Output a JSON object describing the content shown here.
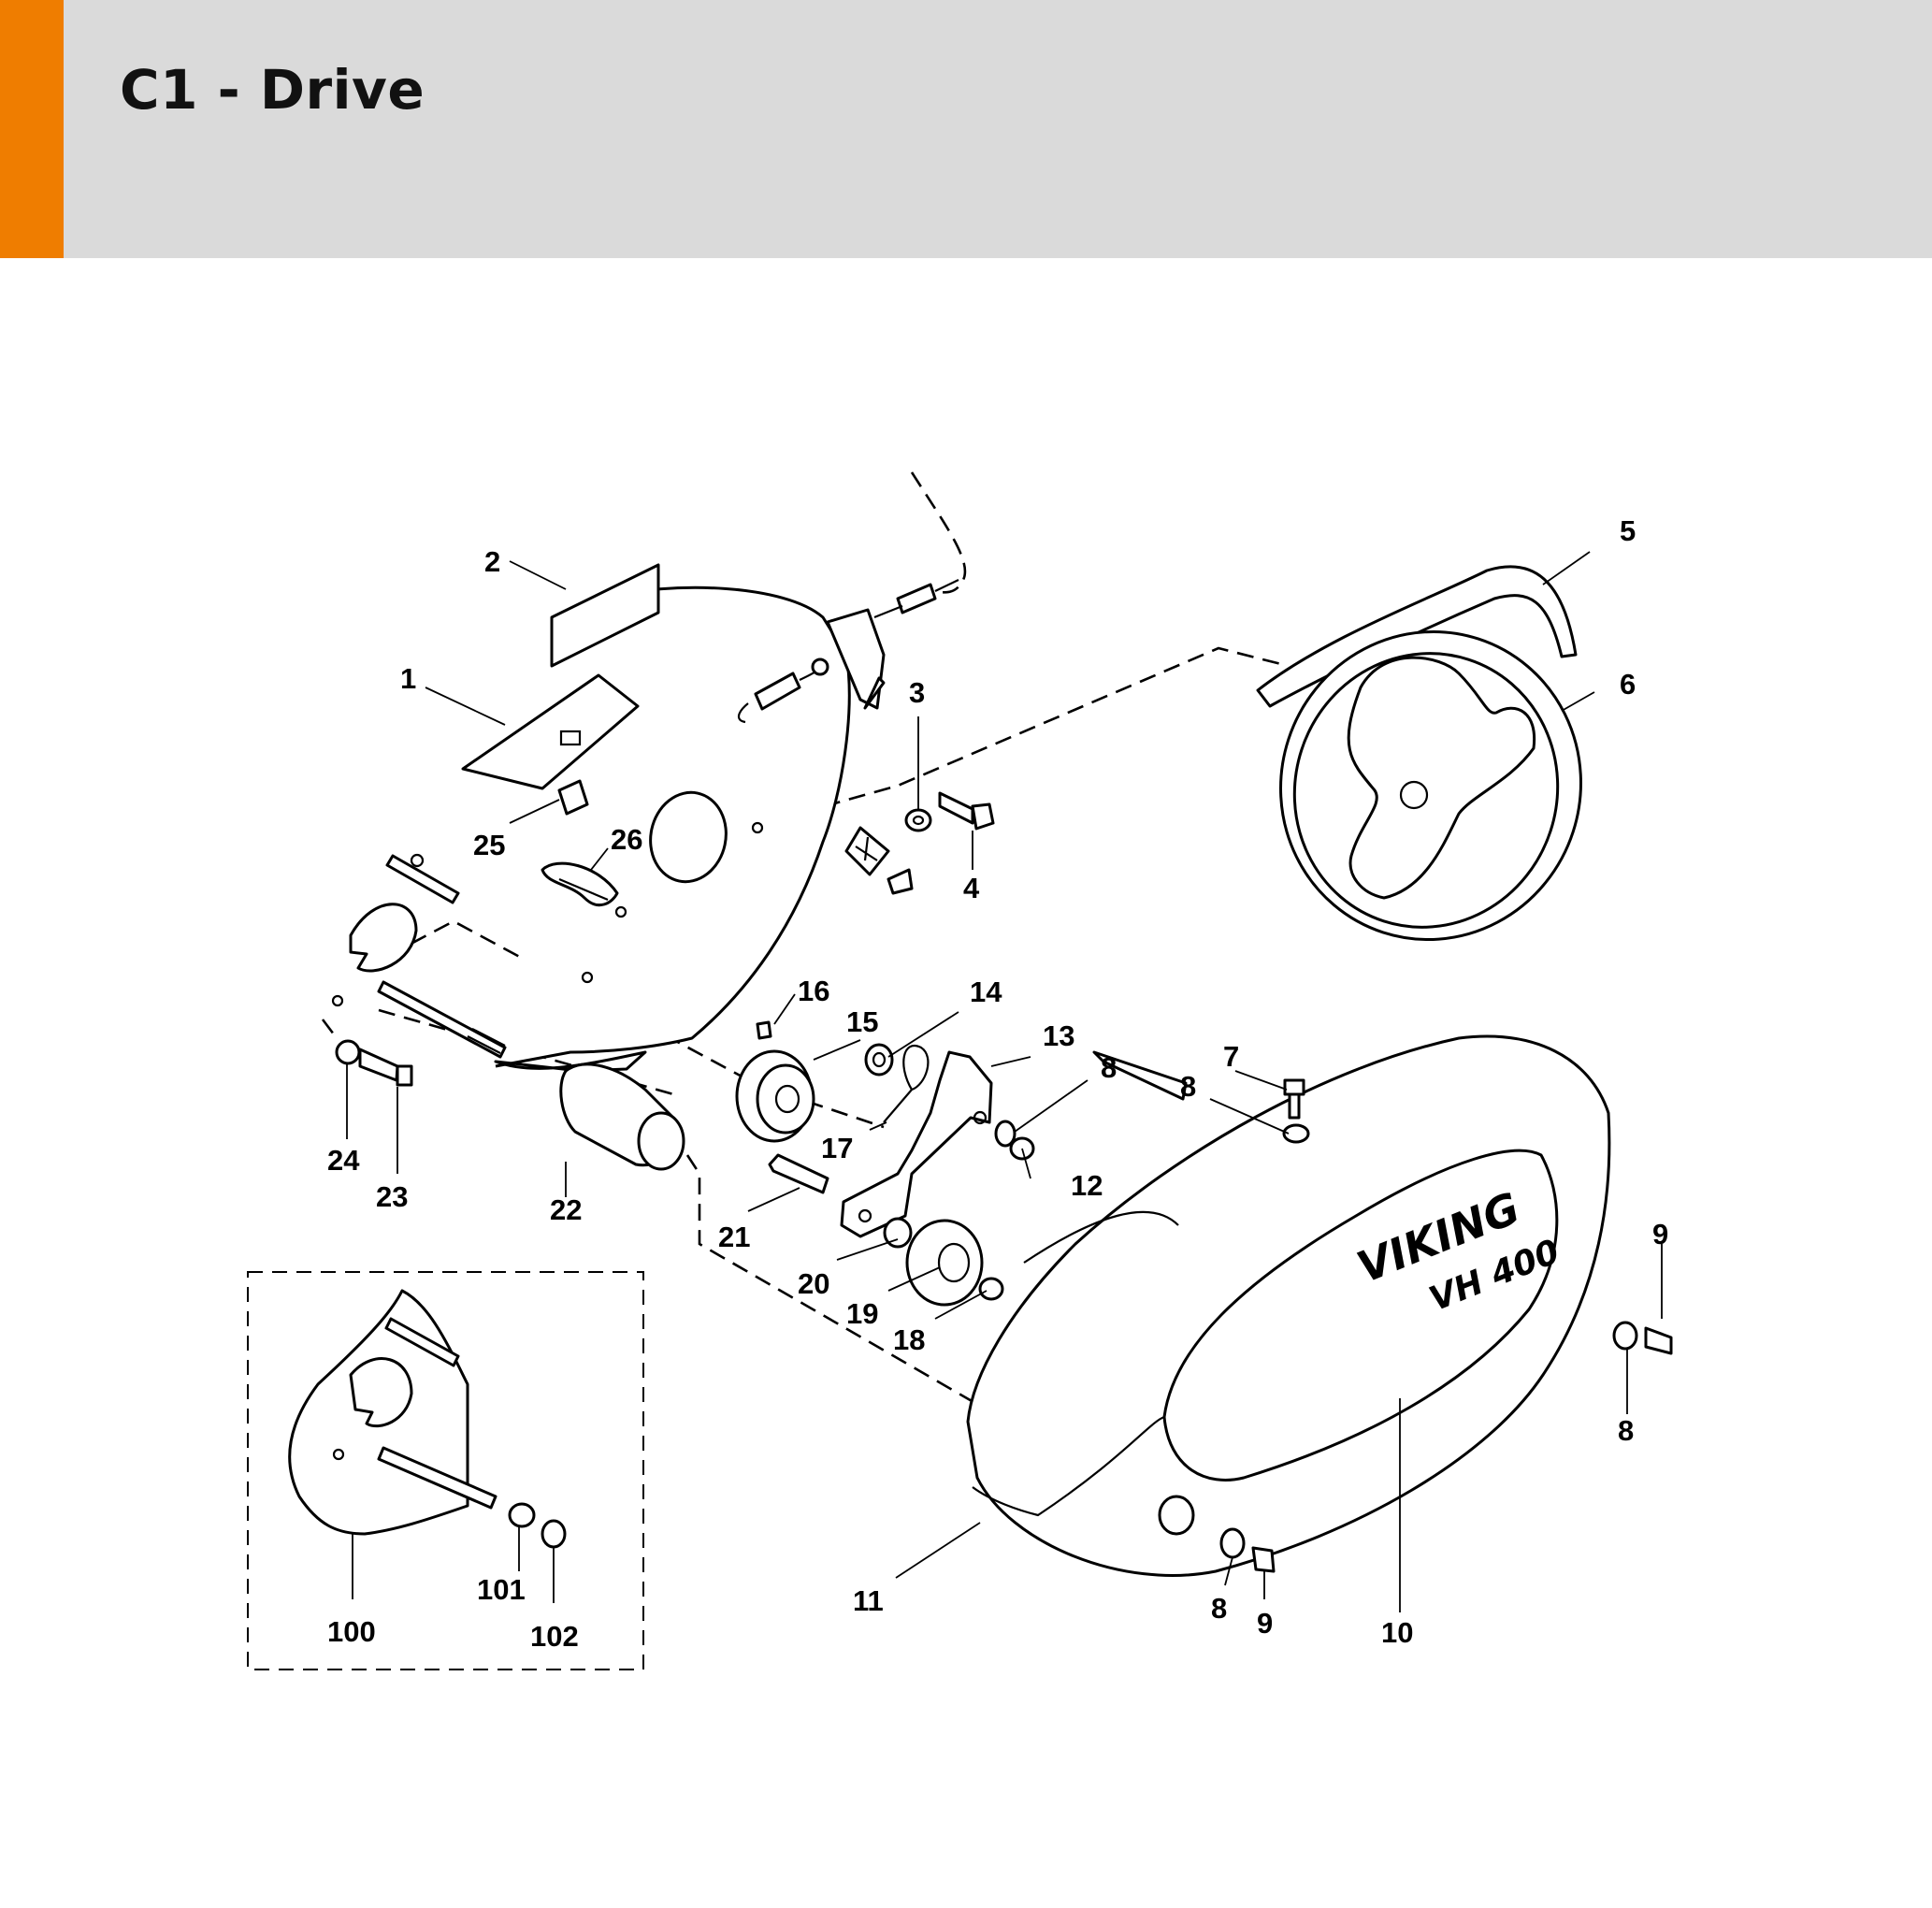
{
  "header": {
    "title": "C1 - Drive",
    "accent_color": "#ef7d00",
    "background_color": "#dadada"
  },
  "brand": {
    "logo_text": "VIKING",
    "model": "VH 400"
  },
  "callouts": [
    "1",
    "2",
    "3",
    "4",
    "5",
    "6",
    "7",
    "8",
    "8",
    "8",
    "8",
    "9",
    "9",
    "10",
    "11",
    "12",
    "13",
    "14",
    "15",
    "16",
    "17",
    "18",
    "19",
    "20",
    "21",
    "22",
    "23",
    "24",
    "25",
    "26",
    "100",
    "101",
    "102"
  ]
}
